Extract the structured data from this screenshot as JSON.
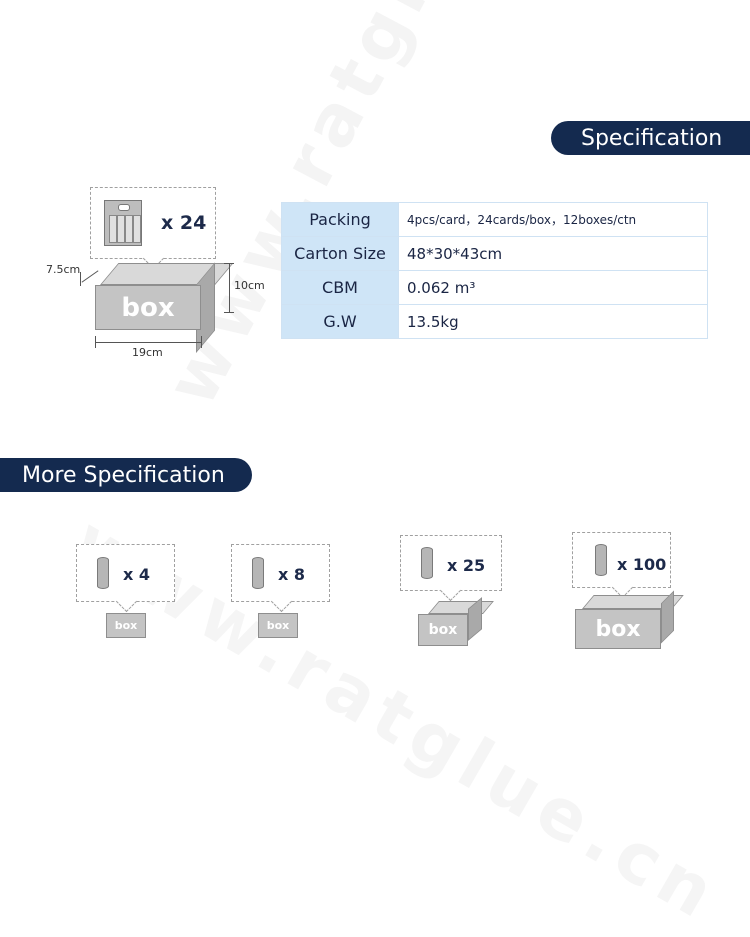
{
  "banners": {
    "spec": "Specification",
    "more": "More Specification"
  },
  "watermark": "www.ratglue.cn",
  "main": {
    "quantity": "x 24",
    "box_label": "box",
    "dims": {
      "depth": "7.5cm",
      "height": "10cm",
      "width": "19cm"
    }
  },
  "spec_table": [
    {
      "label": "Packing",
      "value": "4pcs/card，24cards/box，12boxes/ctn"
    },
    {
      "label": "Carton Size",
      "value": "48*30*43cm"
    },
    {
      "label": "CBM",
      "value": "0.062 m³"
    },
    {
      "label": "G.W",
      "value": "13.5kg"
    }
  ],
  "more": [
    {
      "quantity": "x 4",
      "box_label": "box"
    },
    {
      "quantity": "x 8",
      "box_label": "box"
    },
    {
      "quantity": "x 25",
      "box_label": "box"
    },
    {
      "quantity": "x 100",
      "box_label": "box"
    }
  ],
  "colors": {
    "banner": "#142a4f",
    "table_label_bg": "#cfe5f7",
    "box": "#c4c4c4"
  }
}
